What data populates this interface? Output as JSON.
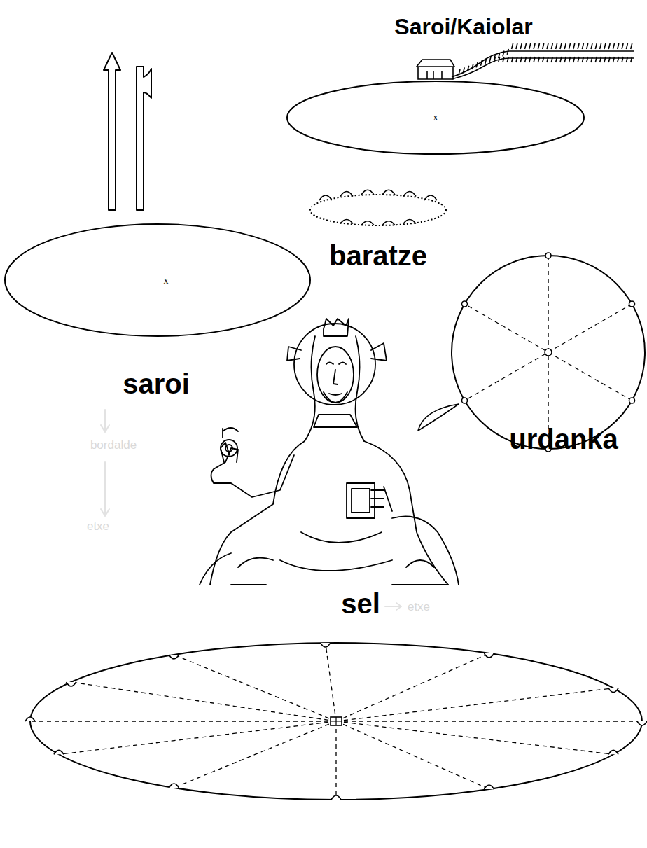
{
  "diagram": {
    "title": "Saroi/Kaiolar",
    "nodes": [
      {
        "text": [
          "x"
        ]
      },
      {
        "text": [
          "baratze"
        ]
      },
      {
        "text": [
          "x",
          "saroi"
        ]
      },
      {
        "text": [
          "urdanka"
        ]
      },
      {
        "text": [
          "sel"
        ]
      }
    ],
    "labels": [
      "bordalde",
      "etxe",
      "etxe"
    ]
  }
}
